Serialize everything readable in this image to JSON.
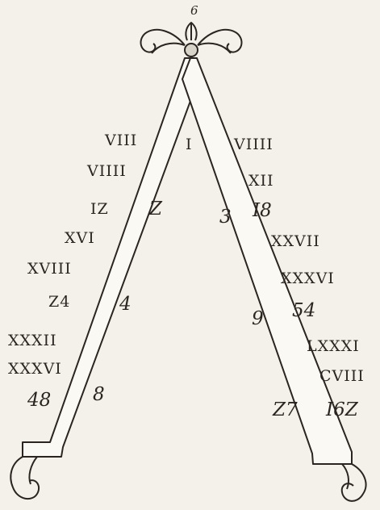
{
  "top_number": "6",
  "left_leg_outer": [
    "VIII",
    "VIIII",
    "IZ",
    "XVI",
    "XVIII",
    "Z4",
    "XXXII",
    "XXXVI",
    "48"
  ],
  "left_inner": [
    "I",
    "Z",
    "4",
    "8"
  ],
  "right_inner": [
    "3",
    "9"
  ],
  "right_leg_outer": [
    "VIIII",
    "XII",
    "I8",
    "XXVII",
    "XXXVI",
    "54",
    "LXXXI",
    "CVIII",
    "I6Z"
  ],
  "right_extra": "Z7",
  "colors": {
    "ink": "#2a2520",
    "paper": "#f4f1ea"
  }
}
